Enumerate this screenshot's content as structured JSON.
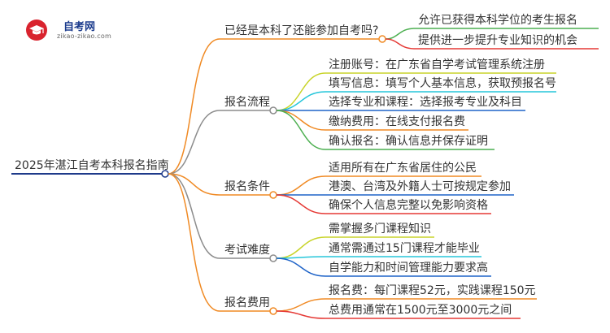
{
  "logo": {
    "title": "自考网",
    "url": "zikao-zikao.com",
    "icon": "graduation-cap-icon"
  },
  "mindmap": {
    "root": "2025年湛江自考本科报名指南",
    "branches": [
      {
        "label": "已经是本科了还能参加自考吗?",
        "color": "#f08a24",
        "children": [
          {
            "label": "允许已获得本科学位的考生报名",
            "color": "#4caf50"
          },
          {
            "label": "提供进一步提升专业知识的机会",
            "color": "#e53935"
          }
        ]
      },
      {
        "label": "报名流程",
        "color": "#8c8c8c",
        "children": [
          {
            "label": "注册账号：在广东省自学考试管理系统注册",
            "color": "#c8d42a"
          },
          {
            "label": "填写信息：填写个人基本信息，获取预报名号",
            "color": "#26c6da"
          },
          {
            "label": "选择专业和课程：选择报考专业及科目",
            "color": "#1e63c8"
          },
          {
            "label": "缴纳费用：在线支付报名费",
            "color": "#f08a24"
          },
          {
            "label": "确认报名：确认信息并保存证明",
            "color": "#4caf50"
          }
        ]
      },
      {
        "label": "报名条件",
        "color": "#f08a24",
        "children": [
          {
            "label": "适用所有在广东省居住的公民",
            "color": "#f08a24"
          },
          {
            "label": "港澳、台湾及外籍人士可按规定参加",
            "color": "#1e63c8"
          },
          {
            "label": "确保个人信息完整以免影响资格",
            "color": "#e53935"
          }
        ]
      },
      {
        "label": "考试难度",
        "color": "#8c8c8c",
        "children": [
          {
            "label": "需掌握多门课程知识",
            "color": "#c8d42a"
          },
          {
            "label": "通常需通过15门课程才能毕业",
            "color": "#26c6da"
          },
          {
            "label": "自学能力和时间管理能力要求高",
            "color": "#1e63c8"
          }
        ]
      },
      {
        "label": "报名费用",
        "color": "#f08a24",
        "children": [
          {
            "label": "报名费：每门课程52元，实践课程150元",
            "color": "#f08a24"
          },
          {
            "label": "总费用通常在1500元至3000元之间",
            "color": "#e53935"
          }
        ]
      }
    ]
  }
}
